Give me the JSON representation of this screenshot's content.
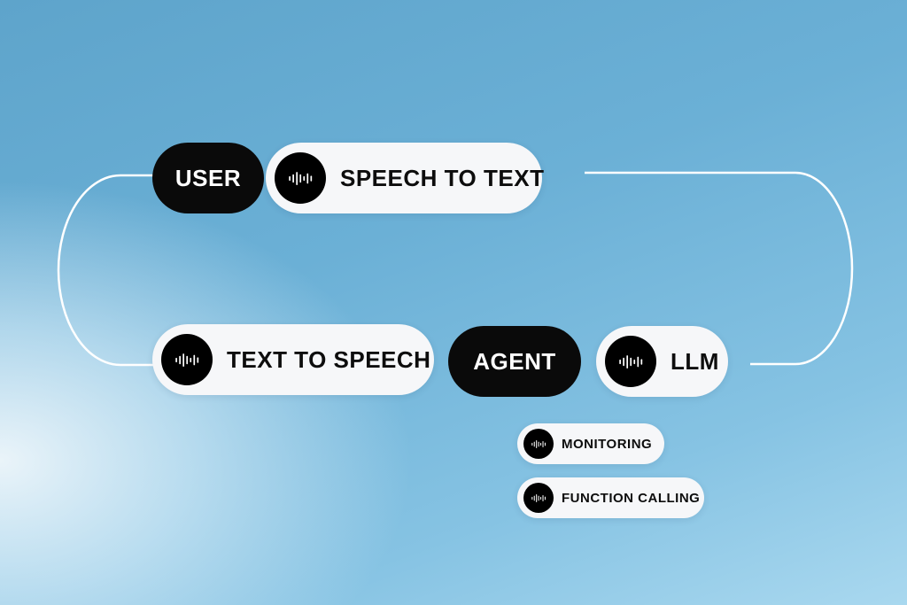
{
  "nodes": {
    "user": "USER",
    "speech_to_text": "SPEECH TO TEXT",
    "text_to_speech": "TEXT TO SPEECH",
    "agent": "AGENT",
    "llm": "LLM",
    "monitoring": "MONITORING",
    "function_calling": "FUNCTION CALLING"
  },
  "icons": {
    "node_icon": "audio-waveform-icon"
  },
  "colors": {
    "dark_pill": "#0a0a0a",
    "light_pill": "#f6f7f9",
    "connector": "#ffffff",
    "background": "#6bb0d6"
  }
}
